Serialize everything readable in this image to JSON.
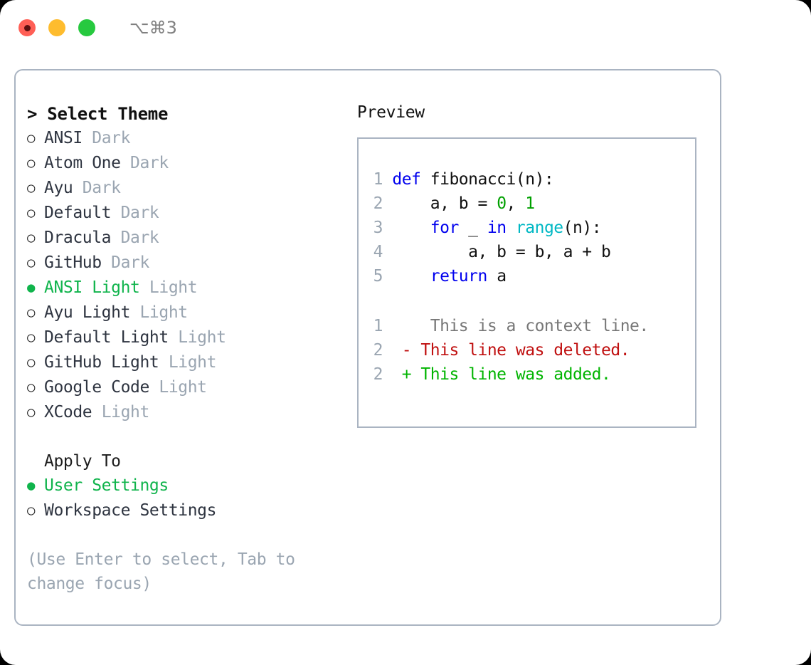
{
  "titlebar": {
    "shortcut": "⌥⌘3",
    "buttons": [
      {
        "name": "close",
        "color": "#ff5f56"
      },
      {
        "name": "minimize",
        "color": "#febc2e"
      },
      {
        "name": "maximize",
        "color": "#27c93f"
      }
    ]
  },
  "theme_panel": {
    "heading": "> Select Theme",
    "items": [
      {
        "bullet": "○",
        "name": "ANSI",
        "tag": "Dark",
        "selected": false
      },
      {
        "bullet": "○",
        "name": "Atom One",
        "tag": "Dark",
        "selected": false
      },
      {
        "bullet": "○",
        "name": "Ayu",
        "tag": "Dark",
        "selected": false
      },
      {
        "bullet": "○",
        "name": "Default",
        "tag": "Dark",
        "selected": false
      },
      {
        "bullet": "○",
        "name": "Dracula",
        "tag": "Dark",
        "selected": false
      },
      {
        "bullet": "○",
        "name": "GitHub",
        "tag": "Dark",
        "selected": false
      },
      {
        "bullet": "●",
        "name": "ANSI Light",
        "tag": "Light",
        "selected": true
      },
      {
        "bullet": "○",
        "name": "Ayu Light",
        "tag": "Light",
        "selected": false
      },
      {
        "bullet": "○",
        "name": "Default Light",
        "tag": "Light",
        "selected": false
      },
      {
        "bullet": "○",
        "name": "GitHub Light",
        "tag": "Light",
        "selected": false
      },
      {
        "bullet": "○",
        "name": "Google Code",
        "tag": "Light",
        "selected": false
      },
      {
        "bullet": "○",
        "name": "XCode",
        "tag": "Light",
        "selected": false
      }
    ]
  },
  "apply_to": {
    "heading": "Apply To",
    "options": [
      {
        "bullet": "●",
        "label": "User Settings",
        "selected": true
      },
      {
        "bullet": "○",
        "label": "Workspace Settings",
        "selected": false
      }
    ]
  },
  "hint": "(Use Enter to select, Tab to change focus)",
  "preview": {
    "title": "Preview",
    "code": [
      {
        "ln": "1",
        "tokens": [
          {
            "t": "def ",
            "c": "kw"
          },
          {
            "t": "fibonacci(n):",
            "c": "pln"
          }
        ]
      },
      {
        "ln": "2",
        "tokens": [
          {
            "t": "    a, b = ",
            "c": "pln"
          },
          {
            "t": "0",
            "c": "num"
          },
          {
            "t": ", ",
            "c": "pln"
          },
          {
            "t": "1",
            "c": "num"
          }
        ]
      },
      {
        "ln": "3",
        "tokens": [
          {
            "t": "    ",
            "c": "pln"
          },
          {
            "t": "for",
            "c": "kw"
          },
          {
            "t": " _ ",
            "c": "pln"
          },
          {
            "t": "in",
            "c": "kw"
          },
          {
            "t": " ",
            "c": "pln"
          },
          {
            "t": "range",
            "c": "fn"
          },
          {
            "t": "(n):",
            "c": "pln"
          }
        ]
      },
      {
        "ln": "4",
        "tokens": [
          {
            "t": "        a, b = b, a + b",
            "c": "pln"
          }
        ]
      },
      {
        "ln": "5",
        "tokens": [
          {
            "t": "    ",
            "c": "pln"
          },
          {
            "t": "return",
            "c": "kw"
          },
          {
            "t": " a",
            "c": "pln"
          }
        ]
      }
    ],
    "diff": [
      {
        "ln": "1",
        "marker": " ",
        "text": "  This is a context line.",
        "kind": "ctx"
      },
      {
        "ln": "2",
        "marker": "-",
        "text": " This line was deleted.",
        "kind": "del"
      },
      {
        "ln": "2",
        "marker": "+",
        "text": " This line was added.",
        "kind": "add"
      }
    ]
  },
  "colors": {
    "accent_green": "#10b44c",
    "muted": "#9aa5b1",
    "border": "#aab4c2",
    "keyword": "#0000ee",
    "function": "#00b8c4",
    "number": "#00a000",
    "diff_add": "#00b400",
    "diff_del": "#c01010"
  }
}
